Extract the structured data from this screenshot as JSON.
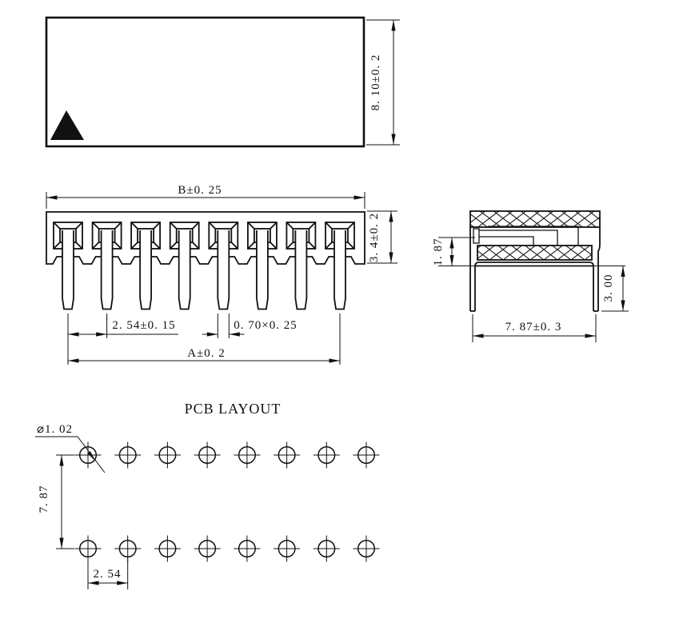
{
  "drawing": {
    "top_view": {
      "label_height": "8. 10±0. 2"
    },
    "front_view": {
      "label_width": "B±0. 25",
      "label_body_height": "3. 4±0. 2",
      "label_pitch": "2. 54±0. 15",
      "label_pin_size": "0. 70×0. 25",
      "label_span": "A±0. 2",
      "pin_count": 8
    },
    "side_view": {
      "label_contact_offset": "1. 87",
      "label_leg_length": "3. 00",
      "label_body_width": "7. 87±0. 3"
    },
    "pcb_layout": {
      "title": "PCB LAYOUT",
      "label_hole_diameter": "⌀1. 02",
      "label_row_spacing": "7. 87",
      "label_hole_pitch": "2. 54",
      "holes_per_row": 8,
      "row_count": 2
    },
    "colors": {
      "line": "#111111",
      "background": "#ffffff"
    }
  }
}
